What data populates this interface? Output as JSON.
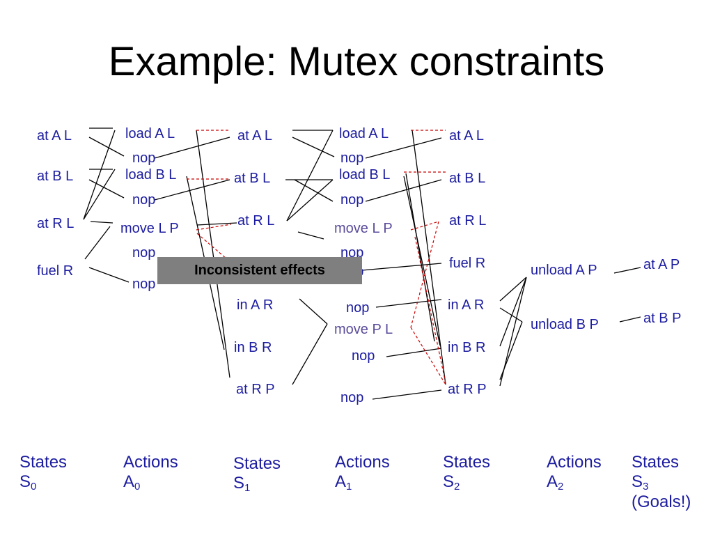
{
  "title": "Example: Mutex constraints",
  "colors": {
    "node_text": "#1c1ca0",
    "link": "#000000",
    "mutex_link": "#cc0000",
    "tooltip_bg": "#7f7f7f"
  },
  "states_s0": [
    "at A L",
    "at B L",
    "at R L",
    "fuel R"
  ],
  "actions_a0": [
    "load A L",
    "nop",
    "load B L",
    "nop",
    "move L P",
    "nop",
    "nop"
  ],
  "states_s1": [
    "at A L",
    "at B L",
    "at R L",
    "in A R",
    "in B R",
    "at R P"
  ],
  "actions_a1": [
    "load A L",
    "nop",
    "load B L",
    "nop",
    "move L P",
    "nop",
    "nop",
    "nop",
    "move P L",
    "nop",
    "nop"
  ],
  "states_s2": [
    "at A L",
    "at B L",
    "at R L",
    "fuel R",
    "in A R",
    "in B R",
    "at R P"
  ],
  "actions_a2": [
    "unload A P",
    "unload B P"
  ],
  "states_s3": [
    "at A P",
    "at B P"
  ],
  "tooltip": "Inconsistent effects",
  "columns": {
    "s0": {
      "label": "States",
      "sym": "S",
      "sub": "0",
      "note": ""
    },
    "a0": {
      "label": "Actions",
      "sym": "A",
      "sub": "0",
      "note": ""
    },
    "s1": {
      "label": "States",
      "sym": "S",
      "sub": "1",
      "note": ""
    },
    "a1": {
      "label": "Actions",
      "sym": "A",
      "sub": "1",
      "note": ""
    },
    "s2": {
      "label": "States",
      "sym": "S",
      "sub": "2",
      "note": ""
    },
    "a2": {
      "label": "Actions",
      "sym": "A",
      "sub": "2",
      "note": ""
    },
    "s3": {
      "label": "States",
      "sym": "S",
      "sub": "3",
      "note": "(Goals!)"
    }
  }
}
